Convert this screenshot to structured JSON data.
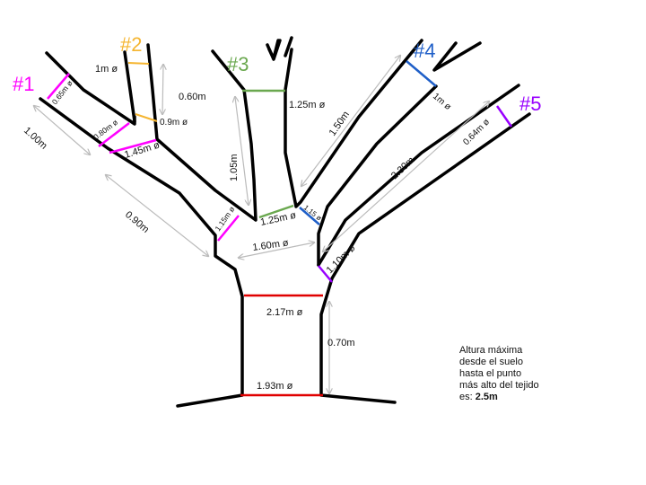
{
  "branches": {
    "b1": {
      "id": "#1",
      "color": "#ff00ff",
      "diam_top": "0.65m ø",
      "diam_mid": "0.80m ø",
      "diam_base": "1.45m ø",
      "length": "1.00m",
      "length2": "0.90m",
      "diam_joint": "1.15m ø"
    },
    "b2": {
      "id": "#2",
      "color": "#f5b530",
      "diam_top": "1m ø",
      "diam_base": "0.9m ø",
      "length": "0.60m"
    },
    "b3": {
      "id": "#3",
      "color": "#6aa84f",
      "diam_top": "1.25m ø",
      "diam_base": "1.25m ø",
      "length": "1.05m"
    },
    "b4": {
      "id": "#4",
      "color": "#1f5fc8",
      "diam_top": "1m ø",
      "diam_base": "1.15 ø",
      "length": "1.50m"
    },
    "b5": {
      "id": "#5",
      "color": "#9900ff",
      "diam_top": "0.64m ø",
      "diam_base": "1.10m ø",
      "length": "2.30m"
    }
  },
  "trunk": {
    "color": "#e00000",
    "diam_top": "2.17m ø",
    "diam_base": "1.93m ø",
    "height": "0.70m",
    "fork_span": "1.60m ø"
  },
  "note": {
    "line1": "Altura máxima",
    "line2": "desde el suelo",
    "line3": "hasta el punto",
    "line4": "más alto del tejido",
    "prefix": "es: ",
    "value": "2.5m"
  }
}
